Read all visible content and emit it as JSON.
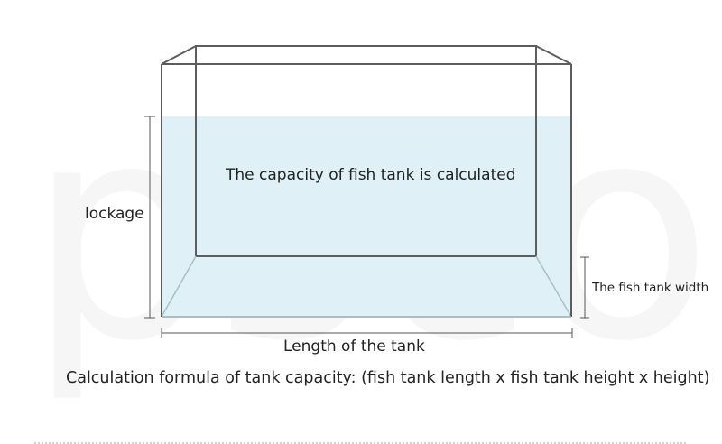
{
  "watermark": {
    "text": "psco"
  },
  "labels": {
    "water": "The capacity of fish tank is calculated",
    "height": "lockage",
    "width": "The fish tank width",
    "length": "Length of the tank",
    "formula": "Calculation formula of tank capacity: (fish tank length x fish tank height x height)"
  },
  "colors": {
    "water": "#dff1f6",
    "edge": "#5d5d5d",
    "bottom_edge": "#a9bfc6",
    "watermark": "#f6f6f6",
    "text": "#222222"
  }
}
